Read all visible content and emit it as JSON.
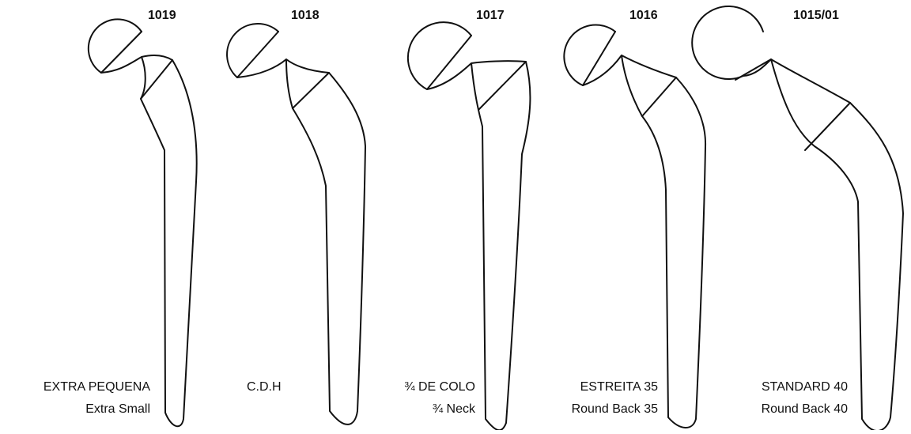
{
  "title": "",
  "stems": [
    {
      "code": "1019",
      "label_pt": "EXTRA PEQUENA",
      "label_en": "Extra Small"
    },
    {
      "code": "1018",
      "label_pt": "C.D.H",
      "label_en": ""
    },
    {
      "code": "1017",
      "label_pt": "¾ DE COLO",
      "label_en": "¾ Neck"
    },
    {
      "code": "1016",
      "label_pt": "ESTREITA 35",
      "label_en": "Round Back 35"
    },
    {
      "code": "1015/01",
      "label_pt": "STANDARD 40",
      "label_en": "Round Back 40"
    }
  ]
}
